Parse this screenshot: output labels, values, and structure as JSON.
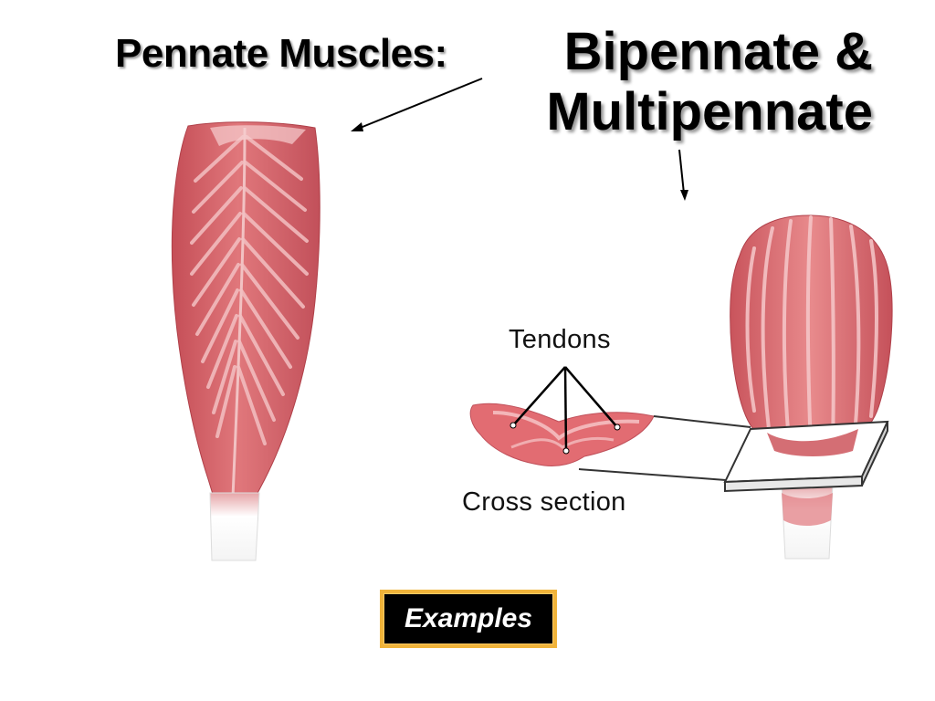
{
  "slide": {
    "title_left": "Pennate Muscles:",
    "title_right_line1": "Bipennate &",
    "title_right_line2": "Multipennate"
  },
  "figure": {
    "tendons_label": "Tendons",
    "cross_section_label": "Cross section"
  },
  "button": {
    "examples_label": "Examples"
  },
  "colors": {
    "muscle": "#d9646a",
    "muscle_dark": "#b9444c",
    "muscle_light": "#f2b3b4",
    "tendon": "#ffffff",
    "button_border": "#f0b33a",
    "button_fill": "#000000"
  }
}
